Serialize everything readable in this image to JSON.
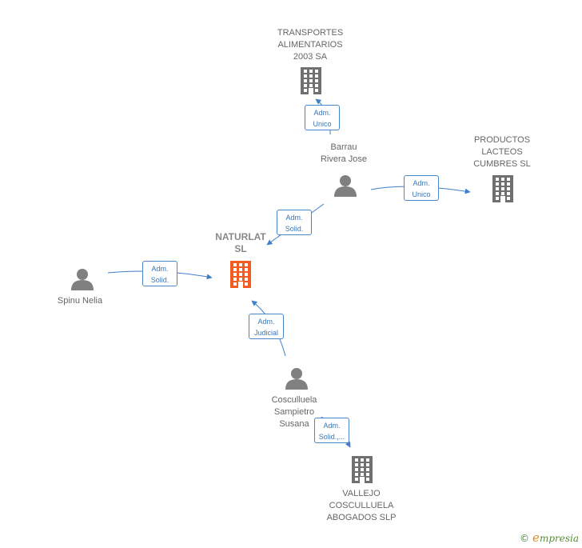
{
  "colors": {
    "edge": "#3d7fc9",
    "building": "#707070",
    "building_main": "#f25c22",
    "person": "#808080"
  },
  "nodes": {
    "naturlat": {
      "label": "NATURLAT\nSL",
      "kind": "company",
      "main": true
    },
    "transportes": {
      "label": "TRANSPORTES\nALIMENTARIOS\n2003 SA",
      "kind": "company"
    },
    "productos": {
      "label": "PRODUCTOS\nLACTEOS\nCUMBRES  SL",
      "kind": "company"
    },
    "vallejo": {
      "label": "VALLEJO\nCOSCULLUELA\nABOGADOS  SLP",
      "kind": "company"
    },
    "barrau": {
      "label": "Barrau\nRivera Jose",
      "kind": "person"
    },
    "spinu": {
      "label": "Spinu Nelia",
      "kind": "person"
    },
    "cosculluela": {
      "label": "Cosculluela\nSampietro\nSusana",
      "kind": "person"
    }
  },
  "edges": [
    {
      "from": "barrau",
      "to": "transportes",
      "label": "Adm.\nUnico"
    },
    {
      "from": "barrau",
      "to": "productos",
      "label": "Adm.\nUnico"
    },
    {
      "from": "barrau",
      "to": "naturlat",
      "label": "Adm.\nSolid."
    },
    {
      "from": "spinu",
      "to": "naturlat",
      "label": "Adm.\nSolid."
    },
    {
      "from": "cosculluela",
      "to": "naturlat",
      "label": "Adm.\nJudicial"
    },
    {
      "from": "cosculluela",
      "to": "vallejo",
      "label": "Adm.\nSolid.,..."
    }
  ],
  "brand": {
    "copyright": "©",
    "initial": "e",
    "name": "mpresia"
  }
}
